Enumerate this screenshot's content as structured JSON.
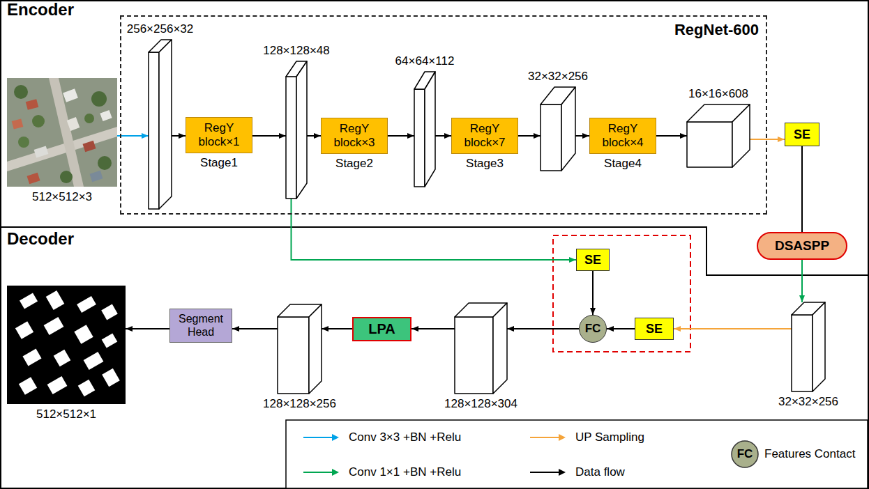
{
  "diagram": {
    "nodes": [
      {
        "text": [
          "RegNet-600"
        ]
      },
      {
        "text": [
          "256×256×32"
        ],
        "in": 0
      },
      {
        "text": [
          "RegY block×1",
          "Stage1"
        ],
        "in": 0
      },
      {
        "text": [
          "128×128×48"
        ],
        "in": 0
      },
      {
        "text": [
          "RegY block×3",
          "Stage2"
        ],
        "in": 0
      },
      {
        "text": [
          "64×64×112"
        ],
        "in": 0
      },
      {
        "text": [
          "RegY block×7",
          "Stage3"
        ],
        "in": 0
      },
      {
        "text": [
          "32×32×256"
        ],
        "in": 0
      },
      {
        "text": [
          "RegY block×4",
          "Stage4"
        ],
        "in": 0
      },
      {
        "text": [
          "16×16×608"
        ],
        "in": 0
      },
      {
        "text": [
          "512×512×3"
        ]
      },
      {
        "text": [
          "SE"
        ]
      },
      {
        "text": [
          "DSASPP"
        ]
      },
      {
        "text": [
          "SE"
        ]
      },
      {
        "text": [
          "FC"
        ]
      },
      {
        "text": [
          "SE"
        ]
      },
      {
        "text": [
          "32×32×256"
        ]
      },
      {
        "text": [
          "128×128×304"
        ]
      },
      {
        "text": [
          "LPA"
        ]
      },
      {
        "text": [
          "128×128×256"
        ]
      },
      {
        "text": [
          "Segment Head"
        ]
      },
      {
        "text": [
          "512×512×1"
        ]
      }
    ],
    "edges": [
      {
        "from": 10,
        "to": 1,
        "arrow": "to"
      },
      {
        "from": 1,
        "to": 2,
        "arrow": "to"
      },
      {
        "from": 2,
        "to": 3,
        "arrow": "to"
      },
      {
        "from": 3,
        "to": 4,
        "arrow": "to"
      },
      {
        "from": 4,
        "to": 5,
        "arrow": "to"
      },
      {
        "from": 5,
        "to": 6,
        "arrow": "to"
      },
      {
        "from": 6,
        "to": 7,
        "arrow": "to"
      },
      {
        "from": 7,
        "to": 8,
        "arrow": "to"
      },
      {
        "from": 8,
        "to": 9,
        "arrow": "to"
      },
      {
        "from": 9,
        "to": 11,
        "arrow": "to"
      },
      {
        "from": 11,
        "to": 12,
        "arrow": "none"
      },
      {
        "from": 12,
        "to": 16,
        "arrow": "to"
      },
      {
        "from": 3,
        "to": 13,
        "arrow": "to"
      },
      {
        "from": 13,
        "to": 14,
        "arrow": "to"
      },
      {
        "from": 16,
        "to": 15,
        "arrow": "to"
      },
      {
        "from": 15,
        "to": 14,
        "arrow": "to"
      },
      {
        "from": 14,
        "to": 17,
        "arrow": "to"
      },
      {
        "from": 17,
        "to": 18,
        "arrow": "to"
      },
      {
        "from": 18,
        "to": 19,
        "arrow": "to"
      },
      {
        "from": 19,
        "to": 20,
        "arrow": "to"
      },
      {
        "from": 20,
        "to": 21,
        "arrow": "to"
      }
    ],
    "labels": [
      "Encoder",
      "Decoder",
      "FC"
    ],
    "legend": [
      {
        "text": "Conv 3×3 +BN +Relu"
      },
      {
        "text": "UP Sampling"
      },
      {
        "text": "Features Contact"
      },
      {
        "text": "Conv 1×1 +BN +Relu"
      },
      {
        "text": "Data flow"
      }
    ]
  }
}
